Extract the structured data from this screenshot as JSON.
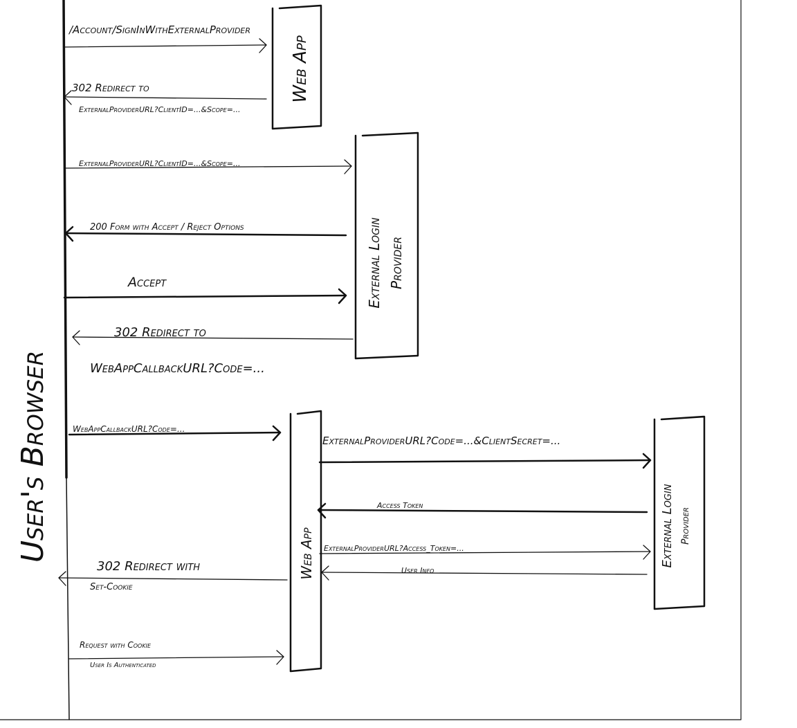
{
  "participants": {
    "browser": "User's Browser",
    "web_app_1": "Web App",
    "provider_1": [
      "External Login",
      "Provider"
    ],
    "web_app_2": "Web App",
    "provider_2": [
      "External Login",
      "Provider"
    ]
  },
  "messages": [
    {
      "id": "signin-request",
      "lines": [
        "/Account/SignInWithExternalProvider"
      ],
      "direction": "right"
    },
    {
      "id": "redirect-to-provider",
      "lines": [
        "302 Redirect to",
        "ExternalProviderURL?ClientID=...&Scope=..."
      ],
      "direction": "left"
    },
    {
      "id": "provider-request",
      "lines": [
        "ExternalProviderURL?ClientID=...&Scope=..."
      ],
      "direction": "right"
    },
    {
      "id": "consent-form",
      "lines": [
        "200 Form with Accept / Reject Options"
      ],
      "direction": "left"
    },
    {
      "id": "accept",
      "lines": [
        "Accept"
      ],
      "direction": "right"
    },
    {
      "id": "redirect-to-callback",
      "lines": [
        "302 Redirect to",
        "WebAppCallbackURL?Code=..."
      ],
      "direction": "left"
    },
    {
      "id": "callback-request",
      "lines": [
        "WebAppCallbackURL?Code=..."
      ],
      "direction": "right"
    },
    {
      "id": "code-exchange",
      "lines": [
        "ExternalProviderURL?Code=...&ClientSecret=..."
      ],
      "direction": "right"
    },
    {
      "id": "access-token",
      "lines": [
        "Access Token"
      ],
      "direction": "left"
    },
    {
      "id": "userinfo-request",
      "lines": [
        "ExternalProviderURL?Access_Token=..."
      ],
      "direction": "right"
    },
    {
      "id": "user-info",
      "lines": [
        "User Info"
      ],
      "direction": "left"
    },
    {
      "id": "set-cookie",
      "lines": [
        "302 Redirect with",
        "Set-Cookie"
      ],
      "direction": "left"
    },
    {
      "id": "authenticated-request",
      "lines": [
        "Request with Cookie",
        "User Is Authenticated"
      ],
      "direction": "right"
    }
  ]
}
